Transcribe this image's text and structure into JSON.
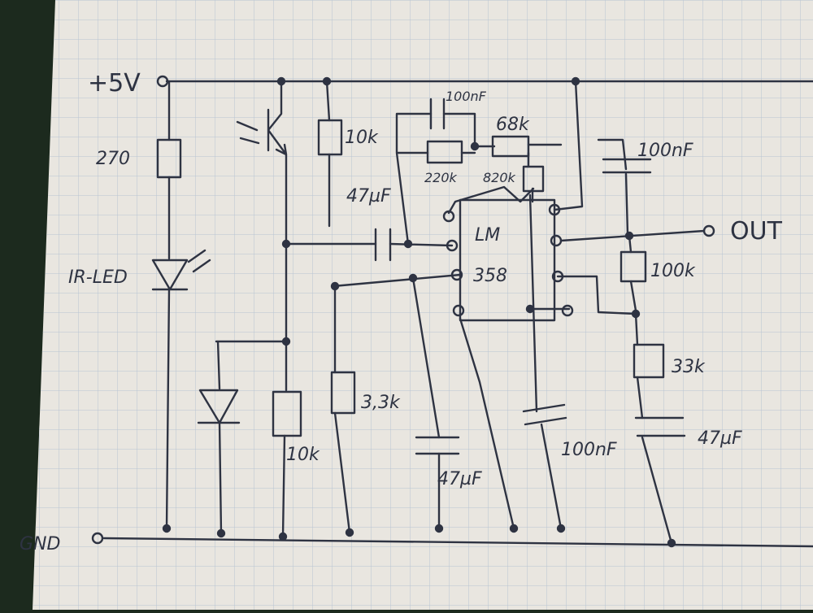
{
  "labels": {
    "vcc": "+5V",
    "gnd": "GND",
    "out": "OUT",
    "ic_line1": "LM",
    "ic_line2": "358",
    "ir_led": "IR-LED",
    "r_led": "270",
    "r_top_left": "10k",
    "c_input": "47µF",
    "c_fb_top": "100nF",
    "r_fb": "68k",
    "r_pot": "220k",
    "r_820": "820k",
    "c_supply": "100nF",
    "r_out": "100k",
    "r_bias": "3,3k",
    "r_pd": "10k",
    "c_bias": "47µF",
    "c_mid": "100nF",
    "r_33k": "33k",
    "c_out": "47µF"
  },
  "colors": {
    "paper": "#e9e6e0",
    "grid": "#b8c4d2",
    "ink": "#2e3342",
    "desk": "#1c2a1e"
  }
}
